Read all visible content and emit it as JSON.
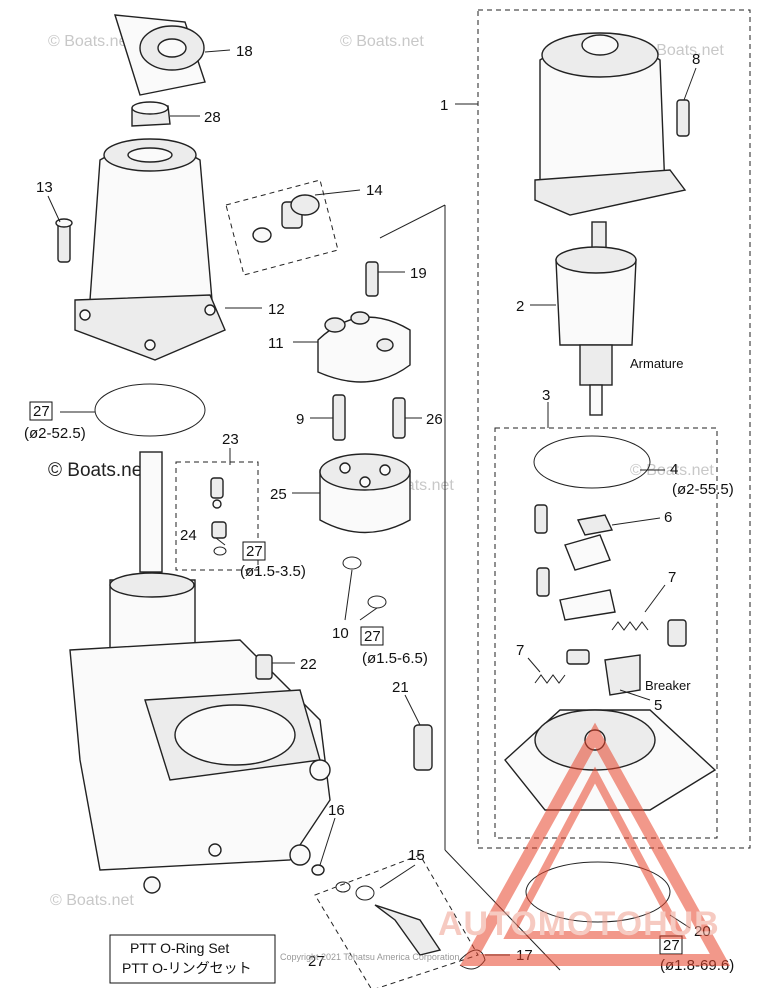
{
  "watermarks": {
    "corner": "© Boats.net",
    "mid": "© Boats.net",
    "big": "© Boats.net"
  },
  "callouts": [
    {
      "id": "18",
      "text": "18"
    },
    {
      "id": "28",
      "text": "28"
    },
    {
      "id": "13",
      "text": "13"
    },
    {
      "id": "14",
      "text": "14"
    },
    {
      "id": "12",
      "text": "12"
    },
    {
      "id": "19",
      "text": "19"
    },
    {
      "id": "11",
      "text": "11"
    },
    {
      "id": "9",
      "text": "9"
    },
    {
      "id": "26",
      "text": "26"
    },
    {
      "id": "23",
      "text": "23"
    },
    {
      "id": "25",
      "text": "25"
    },
    {
      "id": "24",
      "text": "24"
    },
    {
      "id": "10",
      "text": "10"
    },
    {
      "id": "22",
      "text": "22"
    },
    {
      "id": "21",
      "text": "21"
    },
    {
      "id": "16",
      "text": "16"
    },
    {
      "id": "15",
      "text": "15"
    },
    {
      "id": "17",
      "text": "17"
    },
    {
      "id": "1",
      "text": "1"
    },
    {
      "id": "8",
      "text": "8"
    },
    {
      "id": "2",
      "text": "2"
    },
    {
      "id": "3",
      "text": "3"
    },
    {
      "id": "4",
      "text": "4"
    },
    {
      "id": "6",
      "text": "6"
    },
    {
      "id": "7a",
      "text": "7"
    },
    {
      "id": "7b",
      "text": "7"
    },
    {
      "id": "5",
      "text": "5"
    },
    {
      "id": "20",
      "text": "20"
    }
  ],
  "ref27": "27",
  "ref27_bottom_label": "27",
  "sizes": {
    "s1": "(ø2-52.5)",
    "s2": "(ø1.5-3.5)",
    "s3": "(ø1.5-6.5)",
    "s4": "(ø2-55.5)",
    "s5": "(ø1.8-69.6)"
  },
  "labels": {
    "armature": "Armature",
    "breaker": "Breaker"
  },
  "oring_set": {
    "line1": "PTT O-Ring Set",
    "line2": "PTT O-リングセット"
  },
  "copyright": "Copyright 2021 Tohatsu America Corporation",
  "brand": "AUTOMOTOHUB",
  "colors": {
    "brand_red": "#e8452c",
    "brand_text": "#f0a090"
  }
}
